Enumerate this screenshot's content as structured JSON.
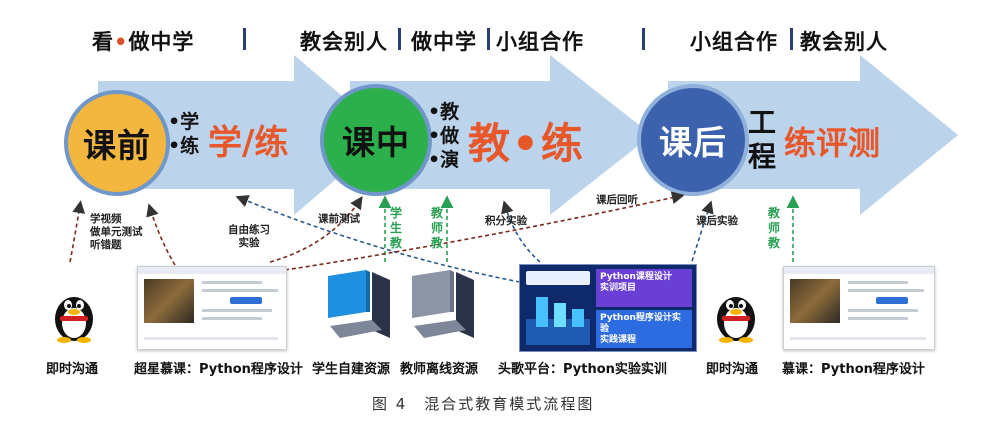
{
  "top_labels": {
    "before": {
      "part1": "看",
      "dot": "•",
      "part2": "做中学"
    },
    "during": {
      "a": "教会别人",
      "b": "做中学",
      "c": "小组合作"
    },
    "after": {
      "a": "小组合作",
      "b": "教会别人"
    }
  },
  "stages": [
    {
      "name": "课前",
      "bullets": [
        "•学",
        "•练"
      ],
      "highlight": "学/练"
    },
    {
      "name": "课中",
      "bullets": [
        "•教",
        "•做",
        "•演"
      ],
      "highlight": "教•练"
    },
    {
      "name": "课后",
      "bullets": [
        "工",
        "程"
      ],
      "highlight": "练评测"
    }
  ],
  "annotations": {
    "before_left": [
      "学视频",
      "做单元测试",
      "听错题"
    ],
    "before_right": [
      "自由练习",
      "实验"
    ],
    "pretest": "课前测试",
    "student_teach": "学生教",
    "teacher_teach": "教师教",
    "points_exp": "积分实验",
    "after_listen": "课后回听",
    "after_exp": "课后实验",
    "teacher_teach_after": "教师教"
  },
  "bottom": {
    "im_left": "即时沟通",
    "mooc_left": "超星慕课：Python程序设计",
    "student_res": "学生自建资源",
    "teacher_res": "教师离线资源",
    "platform": "头歌平台：Python实验实训",
    "im_right": "即时沟通",
    "mooc_right": "慕课：Python程序设计"
  },
  "platform_card": {
    "card1": "Python课程设计\n实训项目",
    "card2": "Python程序设计实验\n实践课程"
  },
  "caption": "图 4　混合式教育模式流程图",
  "colors": {
    "arrow": "#bcd3ec",
    "orange": "#f3b73f",
    "green": "#2bb04b",
    "blue": "#3c62ad",
    "accent": "#e8572a"
  }
}
